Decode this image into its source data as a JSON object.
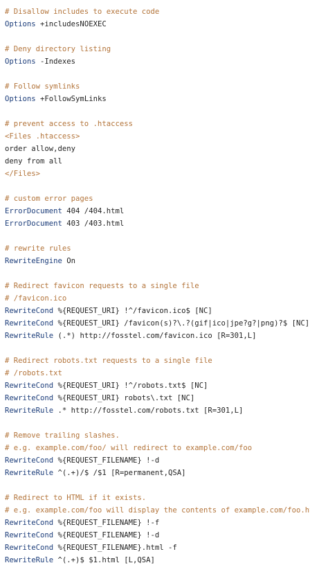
{
  "colors": {
    "comment": "#b3743a",
    "keyword": "#1c3d7a",
    "value": "#2a7a86",
    "text": "#1f1f1f",
    "background": "#ffffff"
  },
  "lines": [
    {
      "kind": "comment",
      "text": "# Disallow includes to execute code"
    },
    {
      "kind": "directive",
      "keyword": "Options",
      "rest": " +includesNOEXEC"
    },
    {
      "kind": "blank"
    },
    {
      "kind": "comment",
      "text": "# Deny directory listing"
    },
    {
      "kind": "directive",
      "keyword": "Options",
      "rest": " -Indexes"
    },
    {
      "kind": "blank"
    },
    {
      "kind": "comment",
      "text": "# Follow symlinks"
    },
    {
      "kind": "directive",
      "keyword": "Options",
      "rest": " +FollowSymLinks"
    },
    {
      "kind": "blank"
    },
    {
      "kind": "comment",
      "text": "# prevent access to .htaccess"
    },
    {
      "kind": "tag",
      "text": "<Files .htaccess>"
    },
    {
      "kind": "plain",
      "text": "order allow,deny"
    },
    {
      "kind": "plain",
      "text": "deny from all"
    },
    {
      "kind": "tag",
      "text": "</Files>"
    },
    {
      "kind": "blank"
    },
    {
      "kind": "comment",
      "text": "# custom error pages"
    },
    {
      "kind": "directive",
      "keyword": "ErrorDocument",
      "rest": " 404 /404.html"
    },
    {
      "kind": "directive",
      "keyword": "ErrorDocument",
      "rest": " 403 /403.html"
    },
    {
      "kind": "blank"
    },
    {
      "kind": "comment",
      "text": "# rewrite rules"
    },
    {
      "kind": "directive",
      "keyword": "RewriteEngine",
      "rest": " On"
    },
    {
      "kind": "blank"
    },
    {
      "kind": "comment",
      "text": "# Redirect favicon requests to a single file"
    },
    {
      "kind": "comment",
      "text": "# /favicon.ico"
    },
    {
      "kind": "directive",
      "keyword": "RewriteCond",
      "rest": " %{REQUEST_URI} !^/favicon.ico$ [NC]"
    },
    {
      "kind": "directive",
      "keyword": "RewriteCond",
      "rest": " %{REQUEST_URI} /favicon(s)?\\.?(gif|ico|jpe?g?|png)?$ [NC]"
    },
    {
      "kind": "directive",
      "keyword": "RewriteRule",
      "rest": " (.*) http://fosstel.com/favicon.ico [R=301,L]"
    },
    {
      "kind": "blank"
    },
    {
      "kind": "comment",
      "text": "# Redirect robots.txt requests to a single file"
    },
    {
      "kind": "comment",
      "text": "# /robots.txt"
    },
    {
      "kind": "directive",
      "keyword": "RewriteCond",
      "rest": " %{REQUEST_URI} !^/robots.txt$ [NC]"
    },
    {
      "kind": "directive",
      "keyword": "RewriteCond",
      "rest": " %{REQUEST_URI} robots\\.txt [NC]"
    },
    {
      "kind": "directive",
      "keyword": "RewriteRule",
      "rest": " .* http://fosstel.com/robots.txt [R=301,L]"
    },
    {
      "kind": "blank"
    },
    {
      "kind": "comment",
      "text": "# Remove trailing slashes."
    },
    {
      "kind": "comment",
      "text": "# e.g. example.com/foo/ will redirect to example.com/foo"
    },
    {
      "kind": "directive",
      "keyword": "RewriteCond",
      "rest": " %{REQUEST_FILENAME} !-d"
    },
    {
      "kind": "directive",
      "keyword": "RewriteRule",
      "rest": " ^(.+)/$ /$1 [R=permanent,QSA]"
    },
    {
      "kind": "blank"
    },
    {
      "kind": "comment",
      "text": "# Redirect to HTML if it exists."
    },
    {
      "kind": "comment",
      "text": "# e.g. example.com/foo will display the contents of example.com/foo.html"
    },
    {
      "kind": "directive",
      "keyword": "RewriteCond",
      "rest": " %{REQUEST_FILENAME} !-f"
    },
    {
      "kind": "directive",
      "keyword": "RewriteCond",
      "rest": " %{REQUEST_FILENAME} !-d"
    },
    {
      "kind": "directive",
      "keyword": "RewriteCond",
      "rest": " %{REQUEST_FILENAME}.html -f"
    },
    {
      "kind": "directive",
      "keyword": "RewriteRule",
      "rest": " ^(.+)$ $1.html [L,QSA]"
    }
  ]
}
